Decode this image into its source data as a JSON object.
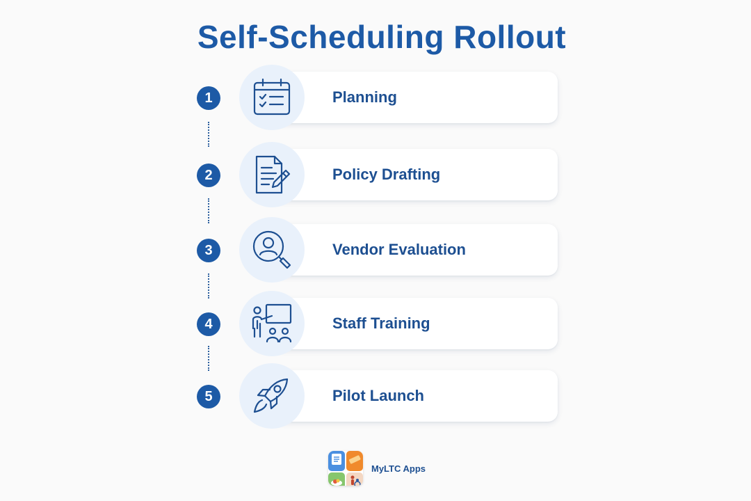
{
  "title": "Self-Scheduling Rollout",
  "steps": [
    {
      "number": "1",
      "label": "Planning",
      "icon": "calendar-checklist-icon"
    },
    {
      "number": "2",
      "label": "Policy Drafting",
      "icon": "document-pencil-icon"
    },
    {
      "number": "3",
      "label": "Vendor Evaluation",
      "icon": "person-search-icon"
    },
    {
      "number": "4",
      "label": "Staff Training",
      "icon": "presenter-board-icon"
    },
    {
      "number": "5",
      "label": "Pilot Launch",
      "icon": "rocket-icon"
    }
  ],
  "footer": {
    "brand": "MyLTC Apps",
    "logo": "myltc-apps-logo"
  },
  "colors": {
    "primary": "#1d5aa6",
    "label": "#1d4f91",
    "icon_bg": "#e9f1fb",
    "background": "#fafafa"
  }
}
